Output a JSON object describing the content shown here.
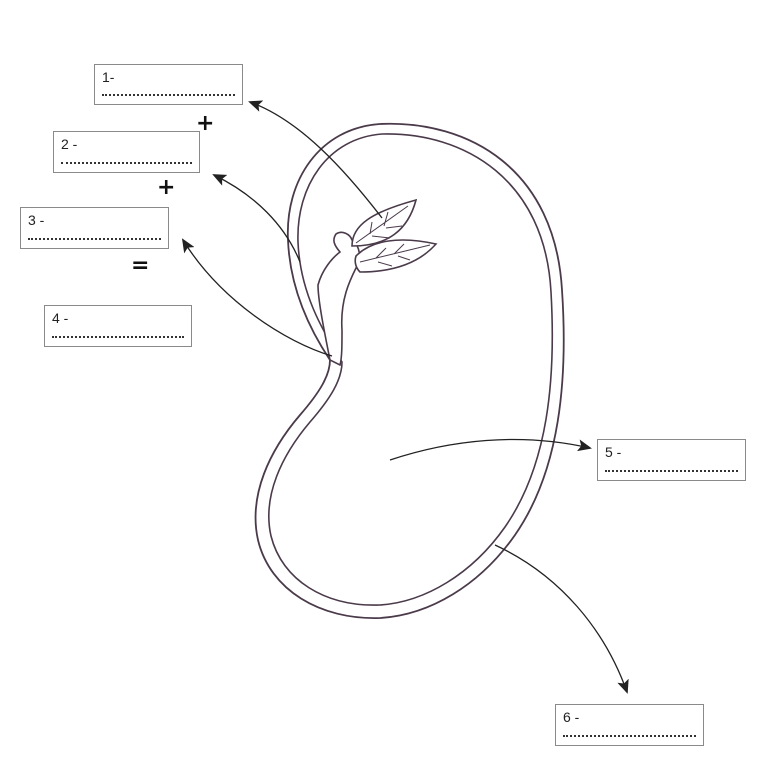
{
  "labels": [
    {
      "id": "1",
      "text": "1-"
    },
    {
      "id": "2",
      "text": "2 -"
    },
    {
      "id": "3",
      "text": "3 -"
    },
    {
      "id": "4",
      "text": "4 -"
    },
    {
      "id": "5",
      "text": "5 -"
    },
    {
      "id": "6",
      "text": "6 -"
    }
  ],
  "operators": {
    "plus_1": "+",
    "plus_2": "+",
    "equals": "="
  },
  "colors": {
    "outline": "#4a3a4a",
    "arrow": "#222222"
  }
}
